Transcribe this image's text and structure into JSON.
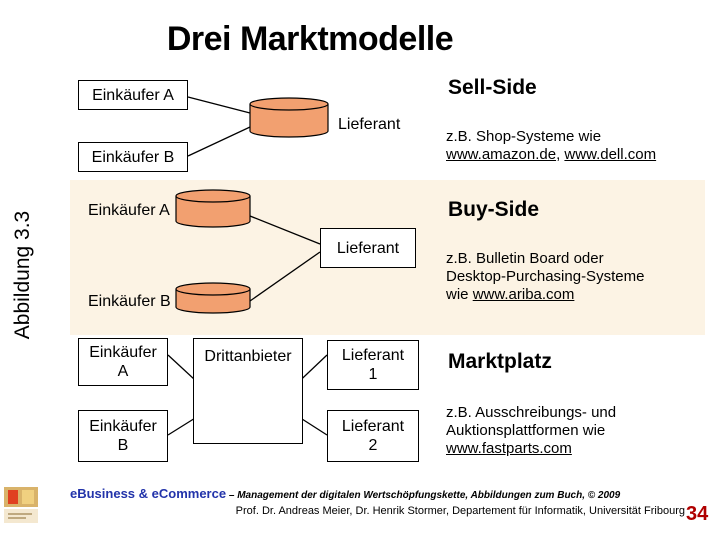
{
  "title": "Drei Marktmodelle",
  "figure_label": "Abbildung 3.3",
  "colors": {
    "cylinder_fill": "#f2a070",
    "band": "#fcf3e4",
    "footer_brand": "#2233aa",
    "page_number": "#b00000"
  },
  "sell_side": {
    "heading": "Sell-Side",
    "buyer_a": "Einkäufer A",
    "buyer_b": "Einkäufer B",
    "supplier": "Lieferant",
    "example_prefix": "z.B. Shop-Systeme wie",
    "link1": "www.amazon.de",
    "sep": ", ",
    "link2": "www.dell.com"
  },
  "buy_side": {
    "heading": "Buy-Side",
    "buyer_a": "Einkäufer A",
    "buyer_b": "Einkäufer B",
    "supplier": "Lieferant",
    "example_line1": "z.B. Bulletin Board oder",
    "example_line2": "Desktop-Purchasing-Systeme",
    "example_prefix": "wie ",
    "link": "www.ariba.com"
  },
  "marketplace": {
    "heading": "Marktplatz",
    "buyer_a_line1": "Einkäufer",
    "buyer_a_line2": "A",
    "buyer_b_line1": "Einkäufer",
    "buyer_b_line2": "B",
    "third_party": "Drittanbieter",
    "supplier1_line1": "Lieferant",
    "supplier1_line2": "1",
    "supplier2_line1": "Lieferant",
    "supplier2_line2": "2",
    "example_line1": "z.B. Ausschreibungs- und",
    "example_line2": "Auktionsplattformen wie",
    "link": "www.fastparts.com"
  },
  "footer": {
    "brand": "eBusiness & eCommerce",
    "subtitle": " – Management der digitalen Wertschöpfungskette, Abbildungen zum Buch, © 2009",
    "authors": "Prof. Dr. Andreas Meier, Dr. Henrik Stormer, Departement für Informatik, Universität Fribourg",
    "page_number": "34"
  }
}
